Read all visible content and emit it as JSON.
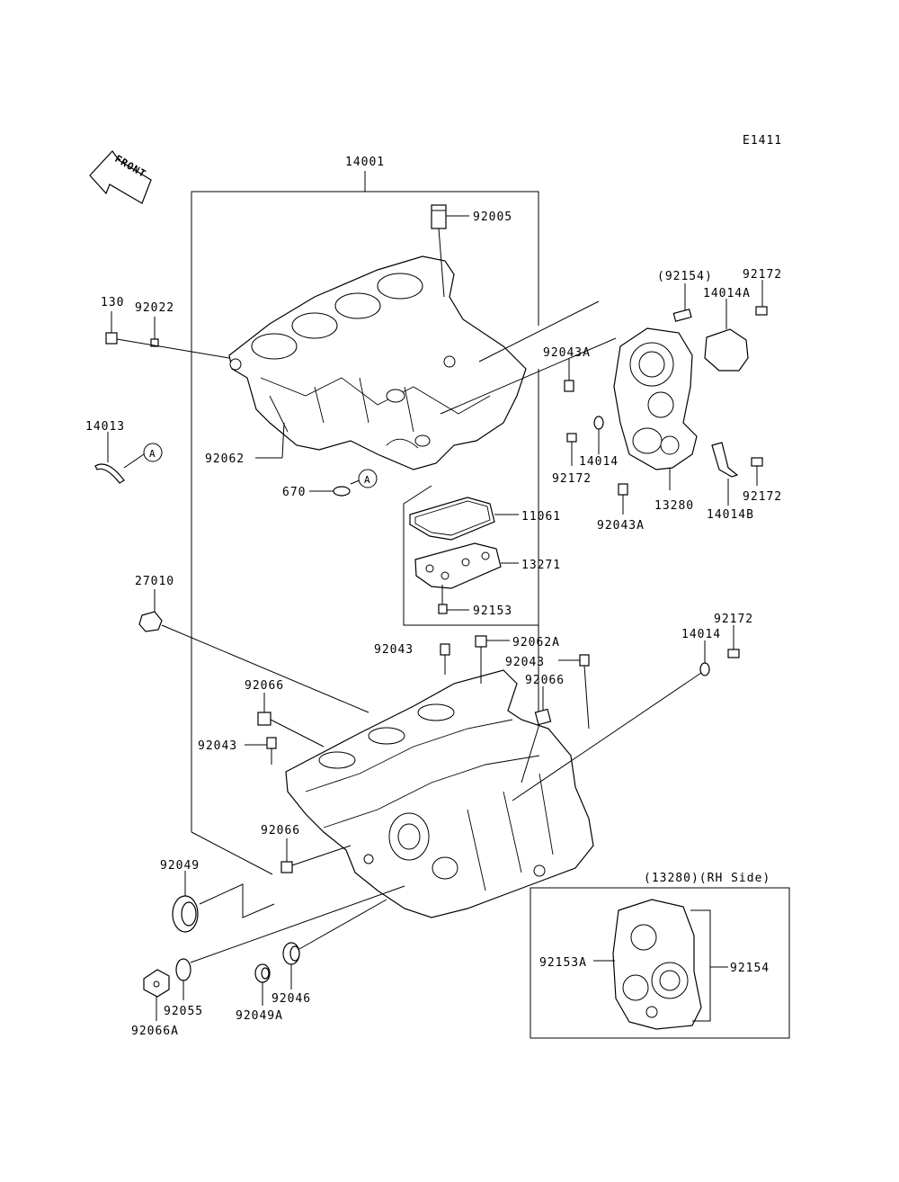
{
  "diagram": {
    "code": "E1411",
    "front_label": "FRONT",
    "rh_side_title": "(13280)(RH Side)",
    "ref_marker": "A",
    "parts": [
      "14001",
      "92005",
      "130",
      "92022",
      "14013",
      "92062",
      "670",
      "(92154)",
      "92172",
      "14014A",
      "92043A",
      "14014",
      "13280",
      "14014B",
      "11061",
      "13271",
      "92153",
      "27010",
      "92043",
      "92062A",
      "92066",
      "92049",
      "92055",
      "92066A",
      "92049A",
      "92046",
      "92153A",
      "92154"
    ]
  }
}
